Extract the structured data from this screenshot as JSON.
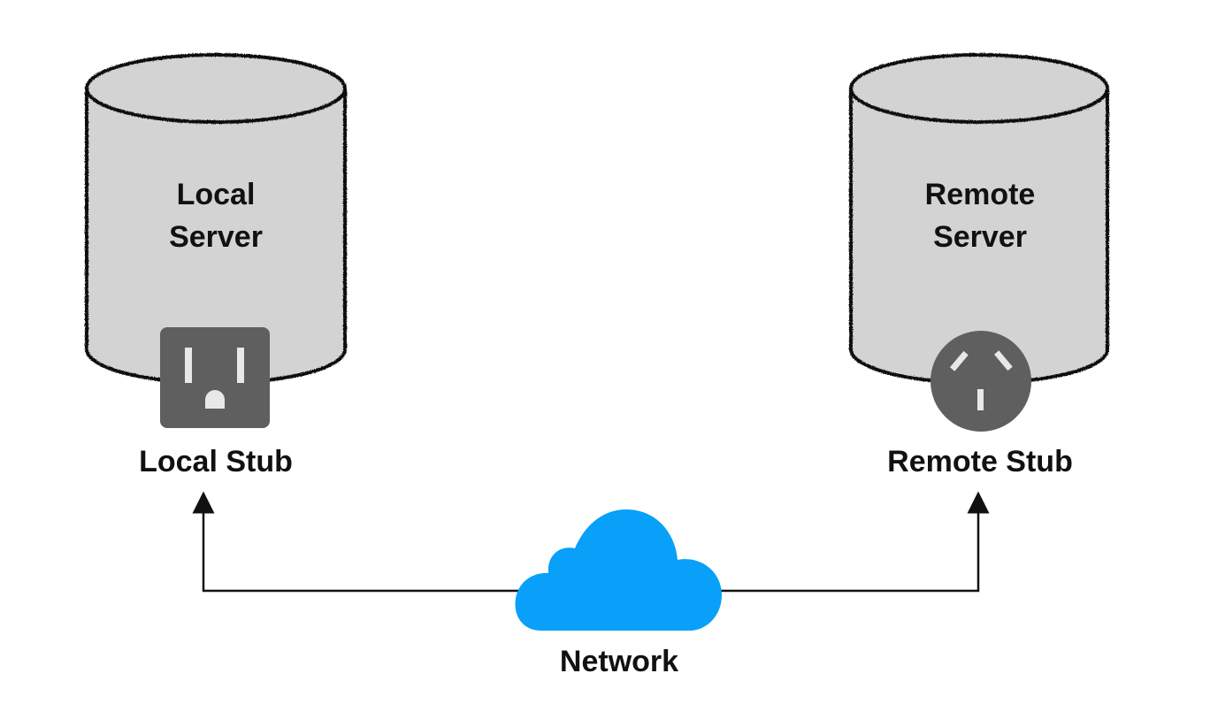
{
  "colors": {
    "cylinder_fill": "#d3d3d3",
    "cylinder_stroke": "#111111",
    "outlet_fill": "#5f5f5f",
    "outlet_slot": "#e8e8e8",
    "cloud_fill": "#08a0f8",
    "connector_line": "#111111"
  },
  "local_server": {
    "label_line1": "Local",
    "label_line2": "Server",
    "stub_label": "Local Stub",
    "stub_icon": "us-outlet-icon"
  },
  "remote_server": {
    "label_line1": "Remote",
    "label_line2": "Server",
    "stub_label": "Remote Stub",
    "stub_icon": "au-outlet-icon"
  },
  "network": {
    "label": "Network",
    "icon": "cloud-icon"
  }
}
